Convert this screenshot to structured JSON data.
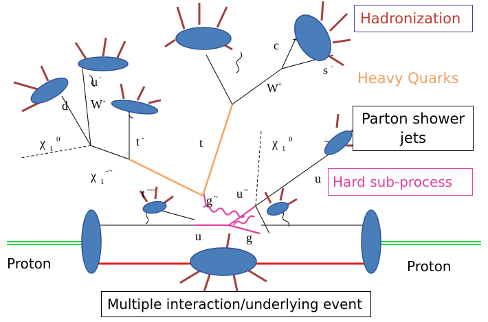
{
  "labels": {
    "hadronization": "Hadronization",
    "heavy_quarks": "Heavy Quarks",
    "parton_shower_line1": "Parton shower",
    "parton_shower_line2": "jets",
    "hard_subprocess": "Hard sub-process",
    "underlying_event": "Multiple interaction/underlying event",
    "proton_left": "Proton",
    "proton_right": "Proton"
  },
  "particles": {
    "c": "c",
    "s_bar": "s",
    "W_plus": "W",
    "W_minus": "W",
    "t": "t",
    "t_bar": "t",
    "u_bar": "u",
    "d": "d",
    "chi_left": "χ",
    "chi_right": "χ",
    "chi_tilde": "χ",
    "t_tilde": "t",
    "g_tilde": "g",
    "u_tilde": "u",
    "u_right": "u",
    "u_bottom": "u",
    "g_bottom": "g"
  },
  "colors": {
    "blob_fill": "#4a7ebb",
    "blob_stroke": "#2f5597",
    "hadron_ray": "#a0403f",
    "heavy_quark": "#f4a460",
    "gluon_pink": "#e040a0",
    "beam_green": "#2ecc40",
    "underlying_red": "#e02020",
    "line_black": "#000000",
    "box_hadronization": "#4b3b9e",
    "text_hadronization": "#c0392b",
    "text_heavy_quarks": "#f0a060",
    "box_hard": "#e040a0",
    "text_hard": "#e040a0"
  }
}
